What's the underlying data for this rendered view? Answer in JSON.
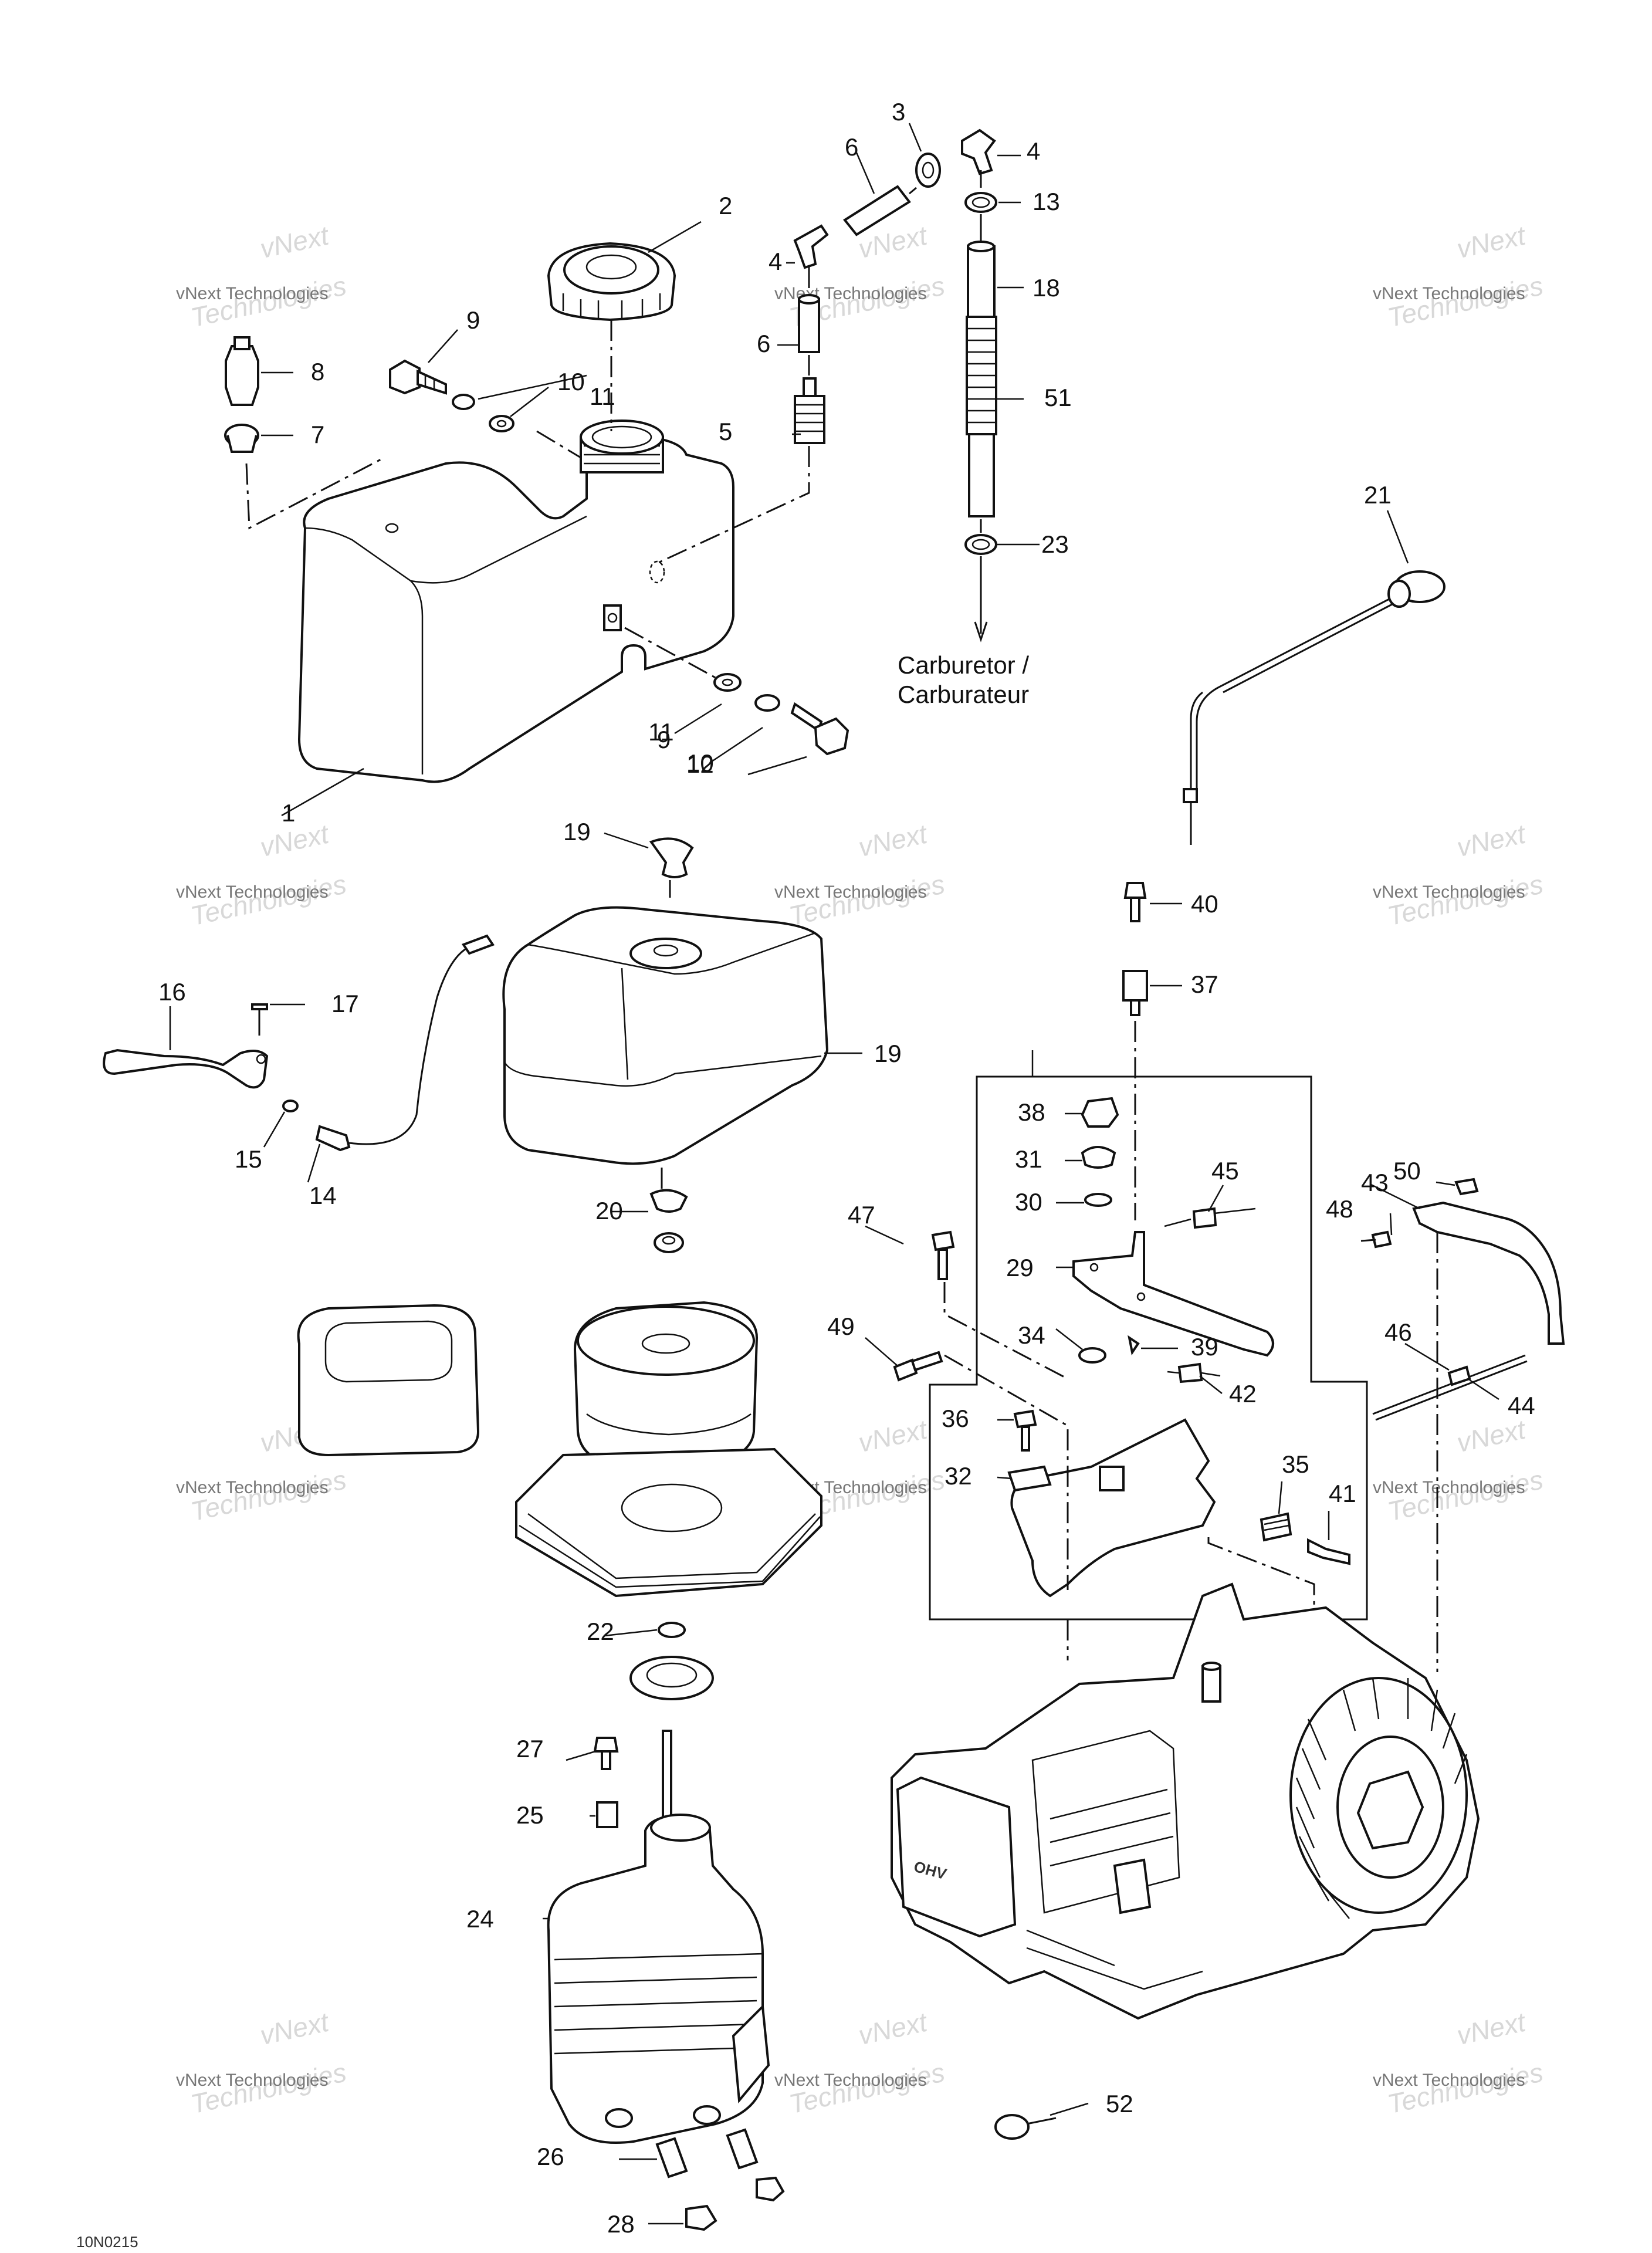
{
  "carburetor_label": [
    "Carburetor /",
    "Carburateur"
  ],
  "watermark": {
    "line1": "vNext Technologies",
    "line2": "Technologies",
    "overlay": "vNext"
  },
  "reference_code": "10N0215",
  "part_labels": [
    "1",
    "2",
    "3",
    "4",
    "4",
    "5",
    "6",
    "6",
    "7",
    "8",
    "9",
    "9",
    "10",
    "10",
    "11",
    "11",
    "12",
    "13",
    "14",
    "15",
    "16",
    "17",
    "18",
    "19",
    "19",
    "20",
    "21",
    "22",
    "23",
    "24",
    "25",
    "26",
    "27",
    "28",
    "29",
    "30",
    "31",
    "32",
    "34",
    "35",
    "36",
    "37",
    "38",
    "39",
    "40",
    "41",
    "42",
    "43",
    "44",
    "45",
    "46",
    "47",
    "48",
    "49",
    "50",
    "51",
    "52"
  ]
}
